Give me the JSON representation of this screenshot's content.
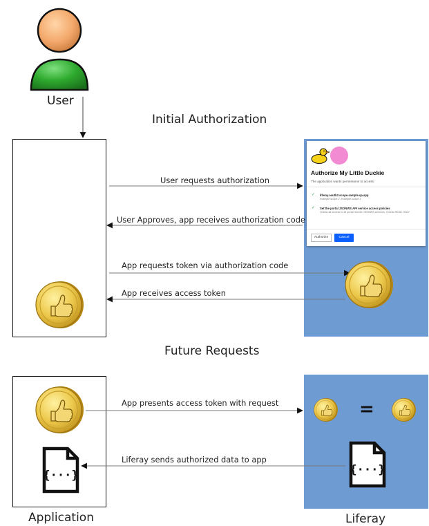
{
  "labels": {
    "user": "User",
    "initial_authorization": "Initial Authorization",
    "future_requests": "Future Requests",
    "application": "Application",
    "liferay": "Liferay"
  },
  "messages": {
    "m1": "User requests authorization",
    "m2": "User Approves, app receives authorization code",
    "m3": "App requests token via authorization code",
    "m4": "App receives access token",
    "m5": "App presents access token with request",
    "m6": "Liferay sends authorized data to app"
  },
  "equals_sign": "=",
  "dialog": {
    "title": "Authorize My Little Duckie",
    "subtitle": "The application wants permissions to access:",
    "scope1_title": "liferay.oauth2.scope.sample.qa.app",
    "scope1_desc": "example.scope.2, example.scope.1",
    "scope2_title": "Set the portal JSONWS API service access policies",
    "scope2_desc": "Grants all access to all portal remote JSONWS services. Grants READ ONLY",
    "authorize_button": "Authorize",
    "cancel_button": "Cancel"
  },
  "colors": {
    "liferay_panel": "#6f9bd3",
    "user_body": "#2e9e2e",
    "user_head": "#f1a870",
    "coin": "#e8c64a",
    "primary_button": "#0b5fff"
  },
  "icons": [
    "user-icon",
    "coin-thumbs-up-icon",
    "json-file-icon",
    "duck-icon",
    "check-icon"
  ]
}
